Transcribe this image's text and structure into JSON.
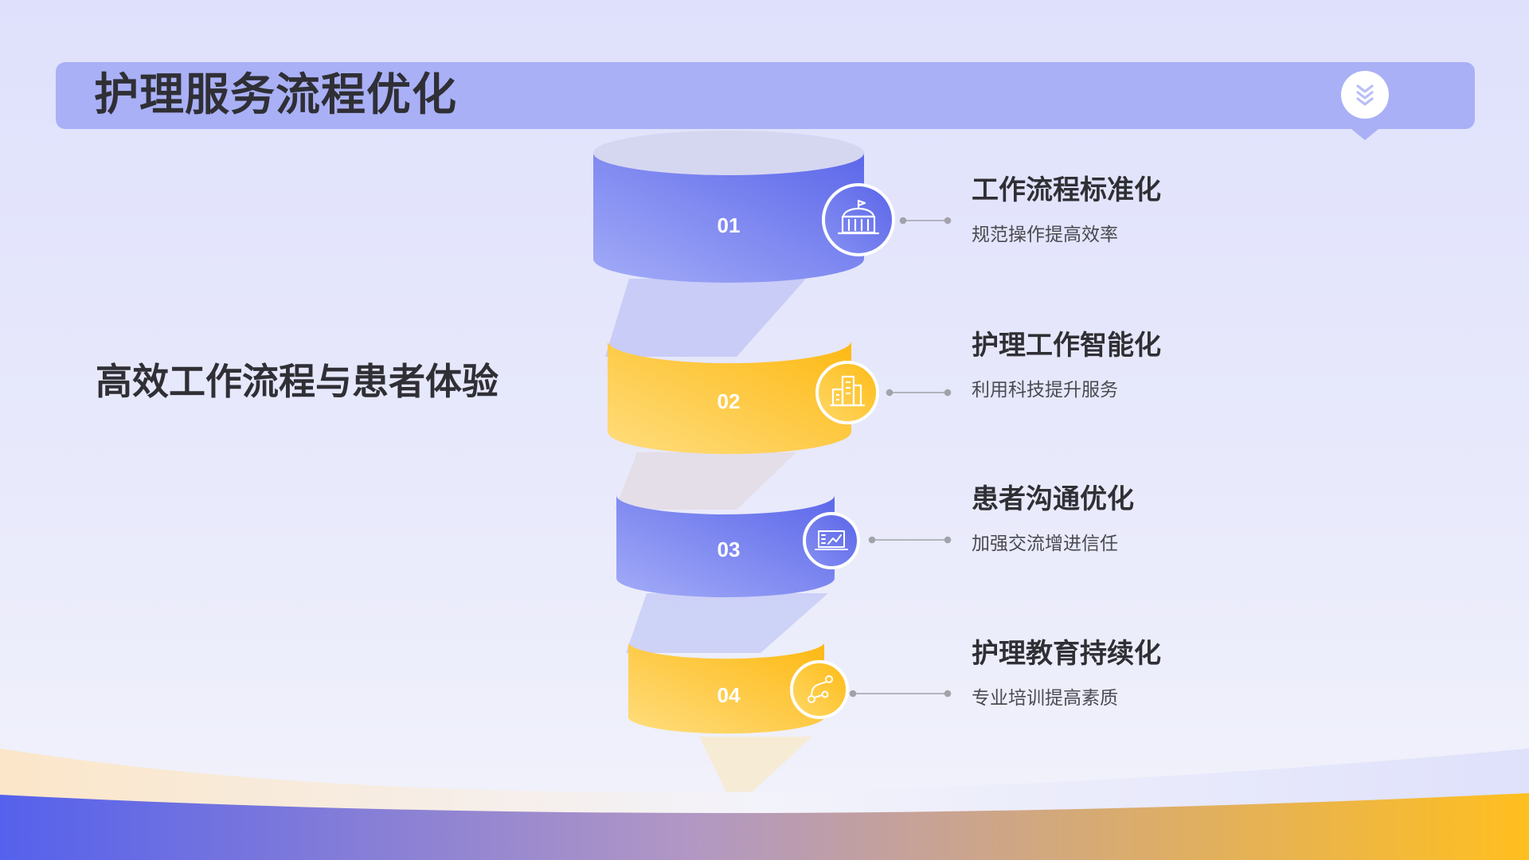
{
  "header": {
    "title": "护理服务流程优化",
    "badge_icon": "chevrons-down-icon"
  },
  "subtitle": "高效工作流程与患者体验",
  "colors": {
    "blue": "#6f7bf0",
    "yellow": "#ffc21f",
    "header_bar": "#a9b0f6"
  },
  "steps": [
    {
      "number": "01",
      "title": "工作流程标准化",
      "description": "规范操作提高效率",
      "icon": "government-building-icon",
      "color": "blue"
    },
    {
      "number": "02",
      "title": "护理工作智能化",
      "description": "利用科技提升服务",
      "icon": "office-buildings-icon",
      "color": "yellow"
    },
    {
      "number": "03",
      "title": "患者沟通优化",
      "description": "加强交流增进信任",
      "icon": "presentation-chart-icon",
      "color": "blue"
    },
    {
      "number": "04",
      "title": "护理教育持续化",
      "description": "专业培训提高素质",
      "icon": "flow-connection-icon",
      "color": "yellow"
    }
  ]
}
